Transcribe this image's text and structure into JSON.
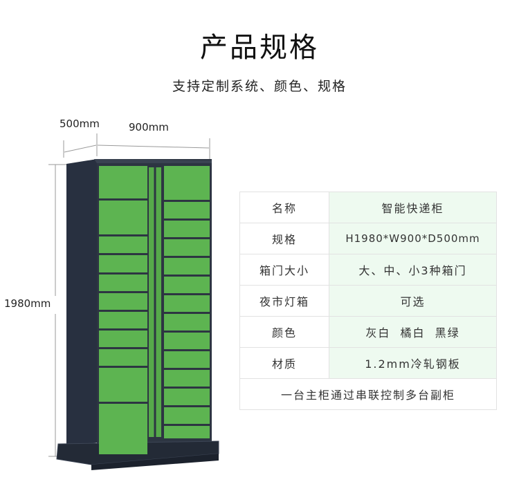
{
  "header": {
    "title": "产品规格",
    "subtitle": "支持定制系统、颜色、规格"
  },
  "dimensions": {
    "depth": "500mm",
    "width": "900mm",
    "height": "1980mm"
  },
  "product": {
    "body_color": "#2d3542",
    "door_color": "#5db451",
    "left_door_rows": 11,
    "right_door_rows": 14
  },
  "specs": [
    {
      "key": "名称",
      "value": "智能快递柜"
    },
    {
      "key": "规格",
      "value": "H1980*W900*D500mm"
    },
    {
      "key": "箱门大小",
      "value": "大、中、小3种箱门"
    },
    {
      "key": "夜市灯箱",
      "value": "可选"
    },
    {
      "key": "颜色",
      "value": "灰白  橘白  黑绿"
    },
    {
      "key": "材质",
      "value": "1.2mm冷轧钢板"
    }
  ],
  "footer_note": "一台主柜通过串联控制多台副柜"
}
